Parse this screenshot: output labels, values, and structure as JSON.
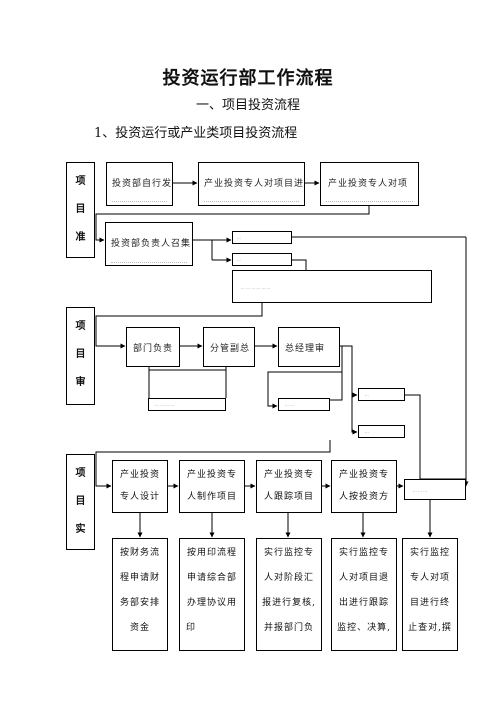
{
  "doc": {
    "title": "投资运行部工作流程",
    "subtitle": "一、项目投资流程",
    "section": "1、投资运行或产业类项目投资流程"
  },
  "phases": {
    "p1": [
      "项",
      "目",
      "准"
    ],
    "p2": [
      "项",
      "目",
      "审"
    ],
    "p3": [
      "项",
      "目",
      "实"
    ]
  },
  "flow": {
    "row1": [
      "投资部自行发",
      "产业投资专人对项目进",
      "产业投资专人对项"
    ],
    "row1_chain": "投资部负责人召集",
    "row1_small": [
      "...",
      "...",
      "... ... ...  ... ...  ..."
    ],
    "row2": [
      "部门负责",
      "分管副总",
      "总经理审"
    ],
    "row2_small": [
      "... ... ... ...",
      "...  ...",
      "...",
      "..."
    ],
    "row3_top": [
      [
        "产业投资",
        "专人设计"
      ],
      [
        "产业投资专",
        "人制作项目"
      ],
      [
        "产业投资专",
        "人跟踪项目"
      ],
      [
        "产业投资专",
        "人按投资方"
      ]
    ],
    "row3_small": "... ... ...",
    "row3_bottom": [
      [
        "按财务流",
        "程申请财",
        "务部安排",
        "资金"
      ],
      [
        "按用印流程",
        "申请综合部",
        "办理协议用",
        "印"
      ],
      [
        "实行监控专",
        "人对阶段汇",
        "报进行复核,",
        "并报部门负"
      ],
      [
        "实行监控专",
        "人对项目退",
        "出进行跟踪",
        "监控、决算,"
      ],
      [
        "实行监控",
        "专人对项",
        "目进行终",
        "止查对,撰"
      ]
    ]
  }
}
